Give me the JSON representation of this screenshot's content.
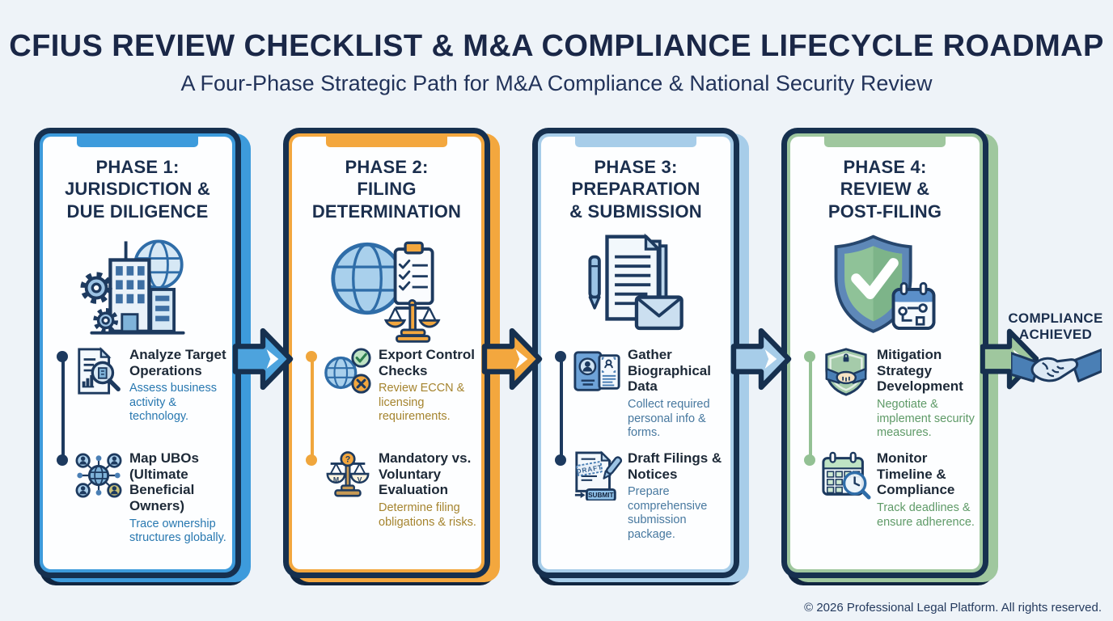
{
  "header": {
    "title": "CFIUS REVIEW CHECKLIST & M&A COMPLIANCE LIFECYCLE ROADMAP",
    "subtitle": "A Four-Phase Strategic Path for M&A Compliance & National Security Review"
  },
  "outcome": {
    "label": "COMPLIANCE ACHIEVED",
    "icon": "handshake-icon"
  },
  "footer": {
    "copyright": "© 2026 Professional Legal Platform. All rights reserved."
  },
  "colors": {
    "background": "#EEF3F8",
    "navy_frame": "#16304F",
    "title_text": "#1A2747",
    "phase1_accent": "#3D9BDC",
    "phase2_accent": "#F3A73E",
    "phase3_accent": "#A7CDE9",
    "phase4_accent": "#9FC79E",
    "phase1_subtext": "#2878B0",
    "phase2_subtext": "#A5842E",
    "phase3_subtext": "#47789F",
    "phase4_subtext": "#5E9A67"
  },
  "phases": [
    {
      "title_lines": [
        "PHASE 1:",
        "JURISDICTION &",
        "DUE DILIGENCE"
      ],
      "main_icon": "building-gears-globe-icon",
      "items": [
        {
          "icon": "document-magnifier-icon",
          "title": "Analyze Target Operations",
          "desc": "Assess business activity & technology."
        },
        {
          "icon": "ubo-network-icon",
          "title": "Map UBOs (Ultimate Beneficial Owners)",
          "desc": "Trace ownership structures globally."
        }
      ]
    },
    {
      "title_lines": [
        "PHASE 2:",
        "FILING",
        "DETERMINATION"
      ],
      "main_icon": "globe-clipboard-scales-icon",
      "items": [
        {
          "icon": "globe-check-x-icon",
          "title": "Export Control Checks",
          "desc": "Review ECCN & licensing requirements."
        },
        {
          "icon": "scales-question-icon",
          "title": "Mandatory vs. Voluntary Evaluation",
          "desc": "Determine filing obligations & risks."
        }
      ]
    },
    {
      "title_lines": [
        "PHASE 3:",
        "PREPARATION",
        "& SUBMISSION"
      ],
      "main_icon": "documents-pen-envelope-icon",
      "items": [
        {
          "icon": "passport-id-icon",
          "title": "Gather Biographical Data",
          "desc": "Collect required personal info & forms."
        },
        {
          "icon": "draft-submit-icon",
          "title": "Draft Filings & Notices",
          "desc": "Prepare comprehensive submission package."
        }
      ]
    },
    {
      "title_lines": [
        "PHASE 4:",
        "REVIEW &",
        "POST-FILING"
      ],
      "main_icon": "shield-check-calendar-icon",
      "items": [
        {
          "icon": "shield-handshake-icon",
          "title": "Mitigation Strategy Development",
          "desc": "Negotiate & implement security measures."
        },
        {
          "icon": "calendar-clock-magnifier-icon",
          "title": "Monitor Timeline & Compliance",
          "desc": "Track deadlines & ensure adherence."
        }
      ]
    }
  ]
}
